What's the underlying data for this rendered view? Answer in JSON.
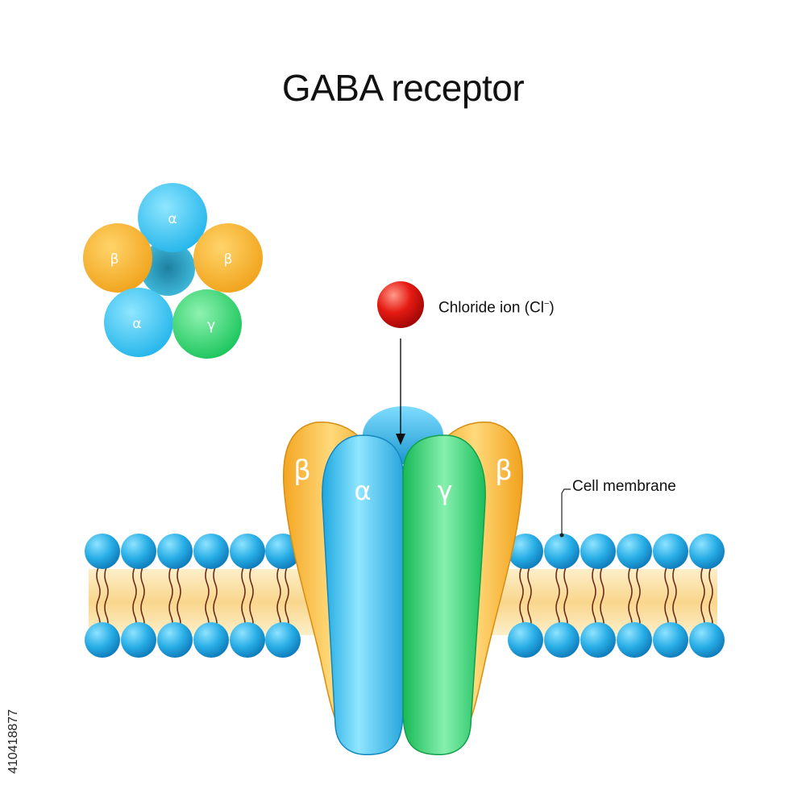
{
  "title": "GABA receptor",
  "labels": {
    "chloride_prefix": "Chloride ion (Cl",
    "chloride_charge": "−",
    "chloride_suffix": ")",
    "cell_membrane": "Cell membrane"
  },
  "subunits": {
    "alpha": "α",
    "beta": "β",
    "gamma": "γ"
  },
  "stock_id": "410418877",
  "colors": {
    "alpha": "#3cc3ee",
    "beta": "#f6b22f",
    "gamma": "#33d070",
    "chloride_ion": "#e01010",
    "lipid_head": "#1f9edb",
    "membrane_core": "#fbe3a6"
  }
}
